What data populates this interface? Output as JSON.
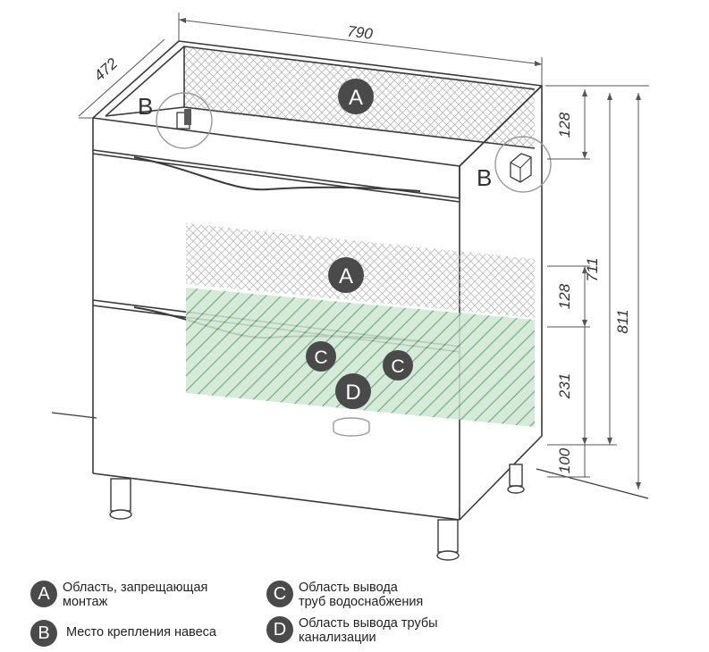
{
  "dimensions": {
    "width": "790",
    "depth": "472",
    "total_height": "811",
    "body_height": "711",
    "top_zone": "128",
    "mid_zone": "128",
    "pipe_zone": "231",
    "leg_height": "100"
  },
  "markers": {
    "a": "A",
    "b": "B",
    "c": "C",
    "d": "D"
  },
  "legend": {
    "a_line1": "Область, запрещающая",
    "a_line2": "монтаж",
    "b_line1": "Место крепления навеса",
    "c_line1": "Область вывода",
    "c_line2": "труб водоснабжения",
    "d_line1": "Область вывода трубы",
    "d_line2": "канализации"
  },
  "colors": {
    "line": "#3a3a3a",
    "badge": "#4a4a4a",
    "crosshatch": "#b5b5b5",
    "green_hatch": "#5aa86a",
    "green_fill": "#cfe6d3"
  }
}
